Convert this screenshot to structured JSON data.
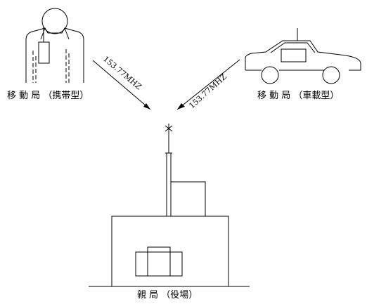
{
  "labels": {
    "portable_station": "移 動 局 （携帯型）",
    "vehicle_station": "移 動 局 （車載型）",
    "base_station": "親 局 （役場）"
  },
  "frequencies": {
    "left_link": "153.77MHZ",
    "right_link": "153.77MHZ"
  },
  "icons": [
    "person-with-radio-icon",
    "car-with-antenna-icon",
    "base-station-building-icon",
    "antenna-mast-icon"
  ]
}
